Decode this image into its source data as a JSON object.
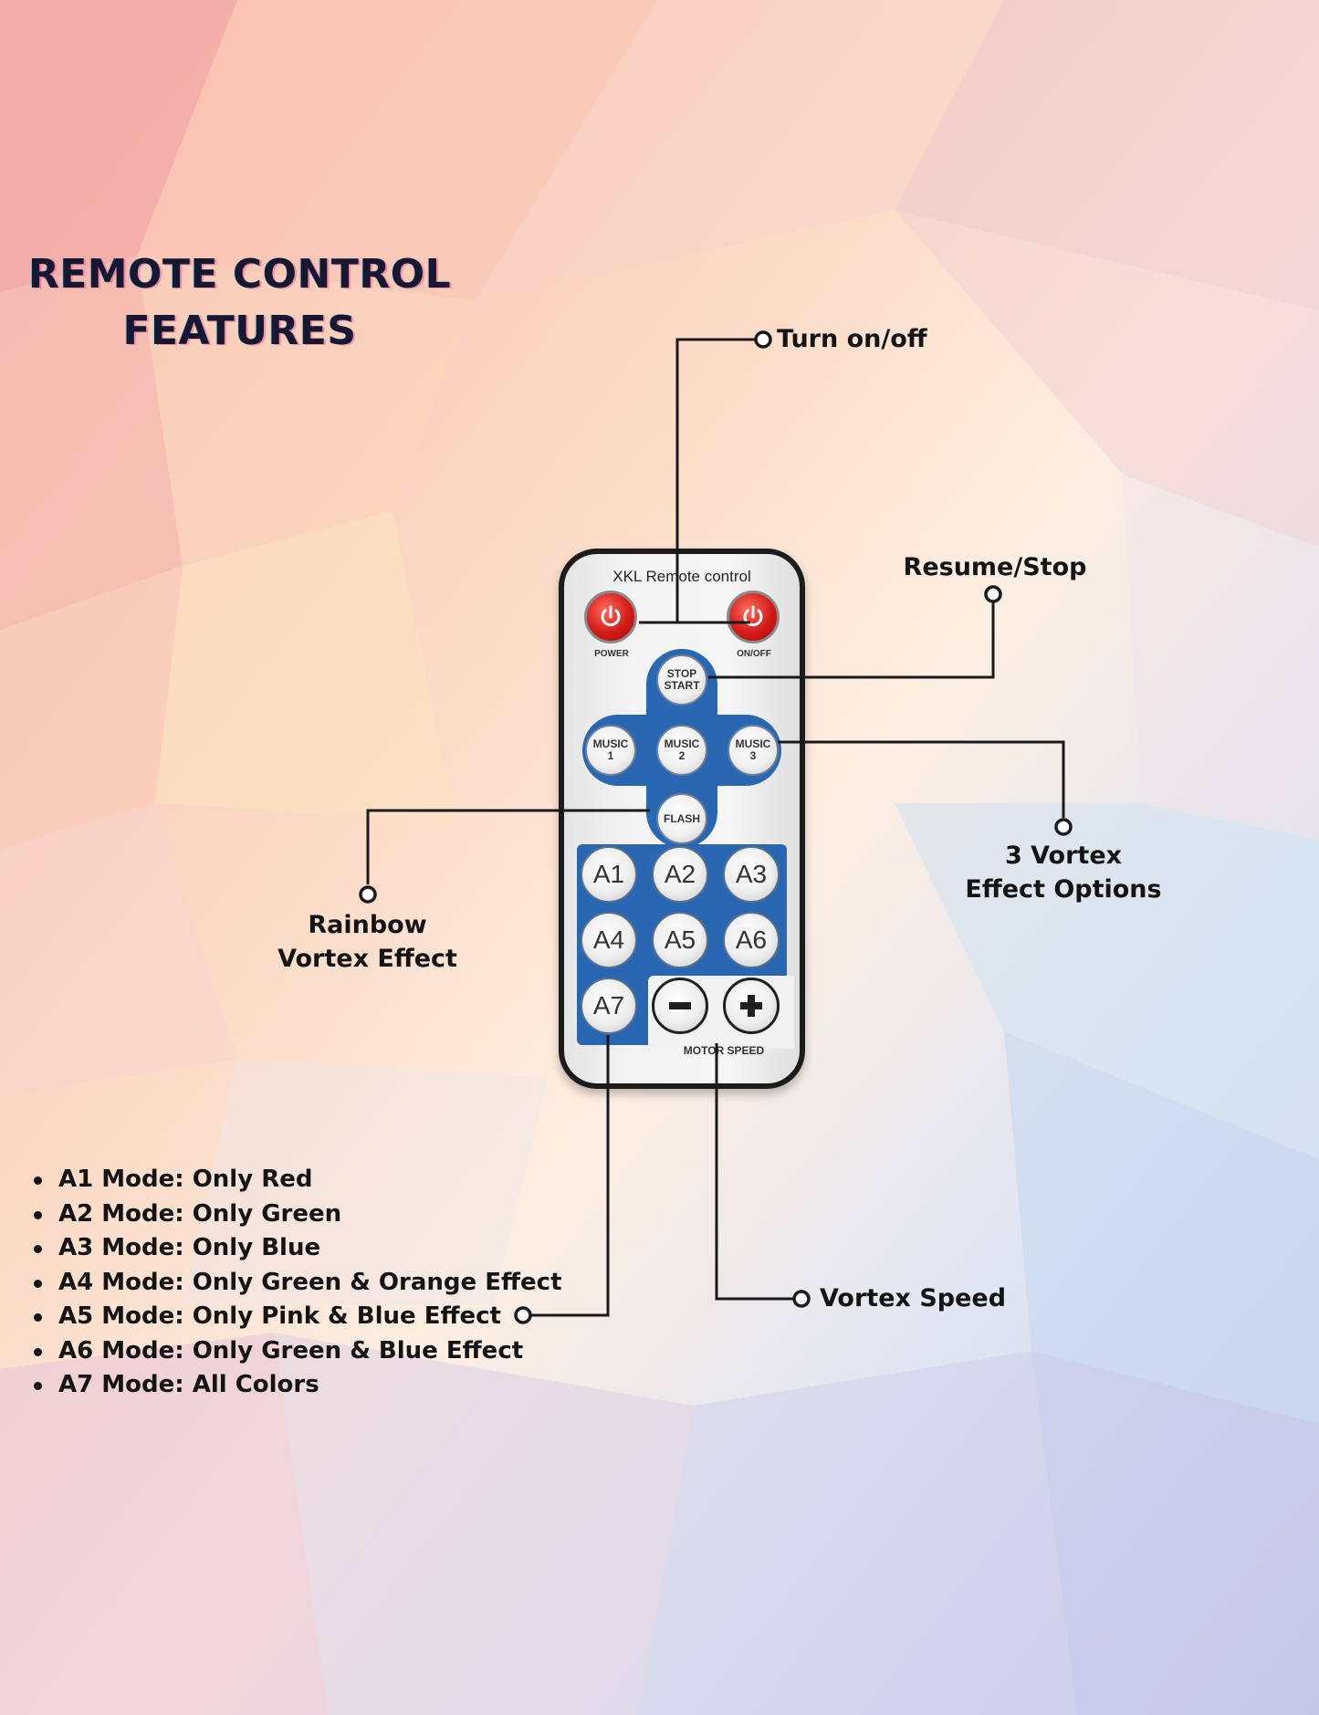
{
  "title": {
    "line1": "REMOTE CONTROL",
    "line2": "FEATURES"
  },
  "callouts": {
    "turn": "Turn on/off",
    "resume": "Resume/Stop",
    "vortex3_line1": "3 Vortex",
    "vortex3_line2": "Effect Options",
    "rainbow_line1": "Rainbow",
    "rainbow_line2": "Vortex Effect",
    "speed": "Vortex Speed"
  },
  "remote": {
    "title": "XKL Remote control",
    "power_label": "POWER",
    "onoff_label": "ON/OFF",
    "stop_line1": "STOP",
    "stop_line2": "START",
    "music1_line1": "MUSIC",
    "music1_line2": "1",
    "music2_line1": "MUSIC",
    "music2_line2": "2",
    "music3_line1": "MUSIC",
    "music3_line2": "3",
    "flash": "FLASH",
    "a_buttons": [
      "A1",
      "A2",
      "A3",
      "A4",
      "A5",
      "A6",
      "A7"
    ],
    "motor_speed": "MOTOR SPEED"
  },
  "modes": [
    "A1 Mode: Only Red",
    "A2 Mode: Only Green",
    "A3 Mode: Only Blue",
    "A4 Mode: Only Green & Orange Effect",
    "A5 Mode: Only Pink & Blue Effect",
    "A6 Mode: Only Green & Blue Effect",
    "A7 Mode: All Colors"
  ],
  "colors": {
    "button_blue": "#2a67b3",
    "power_red": "#d31c18",
    "text_dark": "#141414"
  }
}
